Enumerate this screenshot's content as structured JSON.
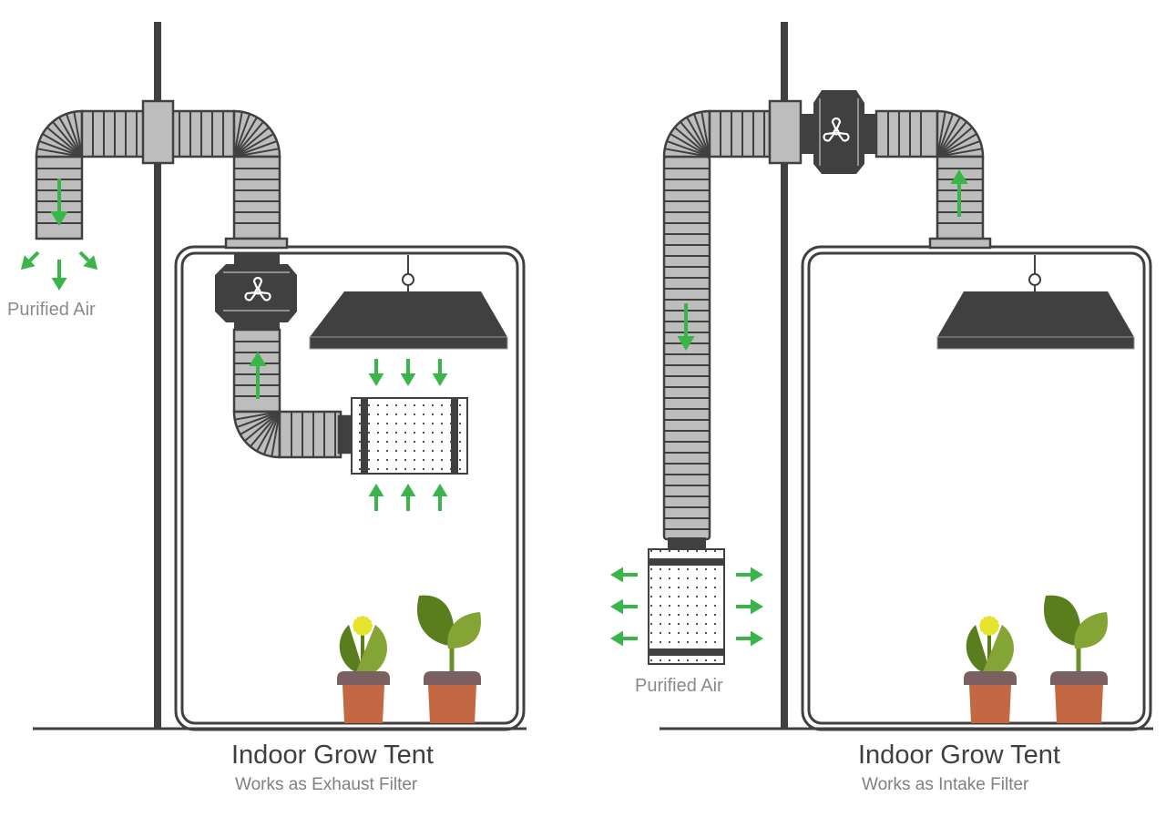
{
  "colors": {
    "dark": "#404040",
    "duct": "#bdbdbd",
    "arrow": "#39b54a",
    "leaf_dark": "#5a7d1e",
    "leaf_light": "#84a436",
    "flower": "#e5e32c",
    "pot_rim": "#7a6060",
    "pot": "#c46843"
  },
  "panels": [
    {
      "title": "Indoor Grow Tent",
      "subtitle": "Works as Exhaust Filter",
      "air_label": "Purified Air"
    },
    {
      "title": "Indoor Grow Tent",
      "subtitle": "Works as Intake Filter",
      "air_label": "Purified Air"
    }
  ]
}
